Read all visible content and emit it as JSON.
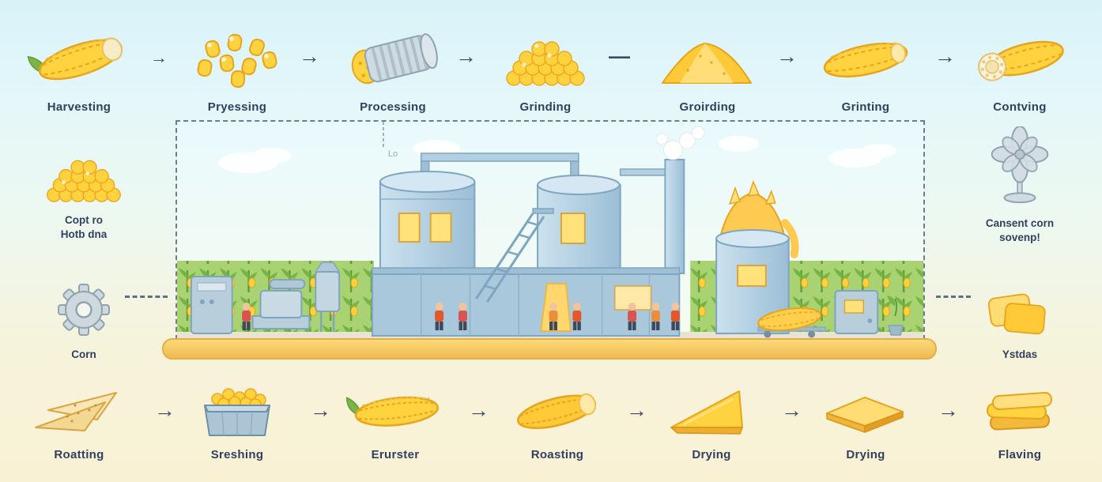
{
  "glyphs": {
    "arrow": "→",
    "dash": "—"
  },
  "scene": {
    "mark": "Lo"
  },
  "colors": {
    "corn_yellow": "#FFD23F",
    "corn_outline": "#E8A41C",
    "machine_blue": "#AFCBDE",
    "field_green": "#7DB347",
    "text_navy": "#32405F",
    "platform_yellow": "#F6CF6B",
    "sky": "#E9FAFD"
  },
  "top_row": {
    "steps": [
      {
        "label": "Harvesting",
        "icon": "corn-cob"
      },
      {
        "label": "Pryessing",
        "icon": "corn-kernels"
      },
      {
        "label": "Processing",
        "icon": "corn-grinder-cylinder"
      },
      {
        "label": "Grinding",
        "icon": "corn-kernel-pile"
      },
      {
        "label": "Groirding",
        "icon": "cornmeal-pile"
      },
      {
        "label": "Grinting",
        "icon": "corn-cob"
      },
      {
        "label": "Contving",
        "icon": "corn-cob-cross-section"
      }
    ],
    "connectors": [
      "→",
      "→",
      "→",
      "—",
      "→",
      "→"
    ]
  },
  "left_column": {
    "items": [
      {
        "line1": "Copt ro",
        "line2": "Hotb dna",
        "icon": "corn-kernel-pile"
      },
      {
        "label": "Corn",
        "icon": "gear"
      }
    ]
  },
  "right_column": {
    "items": [
      {
        "line1": "Cansent corn",
        "line2": "sovenp!",
        "icon": "fan"
      },
      {
        "label": "Ystdas",
        "icon": "corn-chips"
      }
    ]
  },
  "bottom_row": {
    "steps": [
      {
        "label": "Roatting",
        "icon": "tortilla-chips"
      },
      {
        "label": "Sreshing",
        "icon": "kernel-box"
      },
      {
        "label": "Erurster",
        "icon": "corn-cob"
      },
      {
        "label": "Roasting",
        "icon": "corn-cob"
      },
      {
        "label": "Drying",
        "icon": "corn-wedge"
      },
      {
        "label": "Drying",
        "icon": "flat-chip"
      },
      {
        "label": "Flaving",
        "icon": "stacked-chips"
      }
    ],
    "connectors": [
      "→",
      "→",
      "→",
      "→",
      "→",
      "→"
    ]
  }
}
